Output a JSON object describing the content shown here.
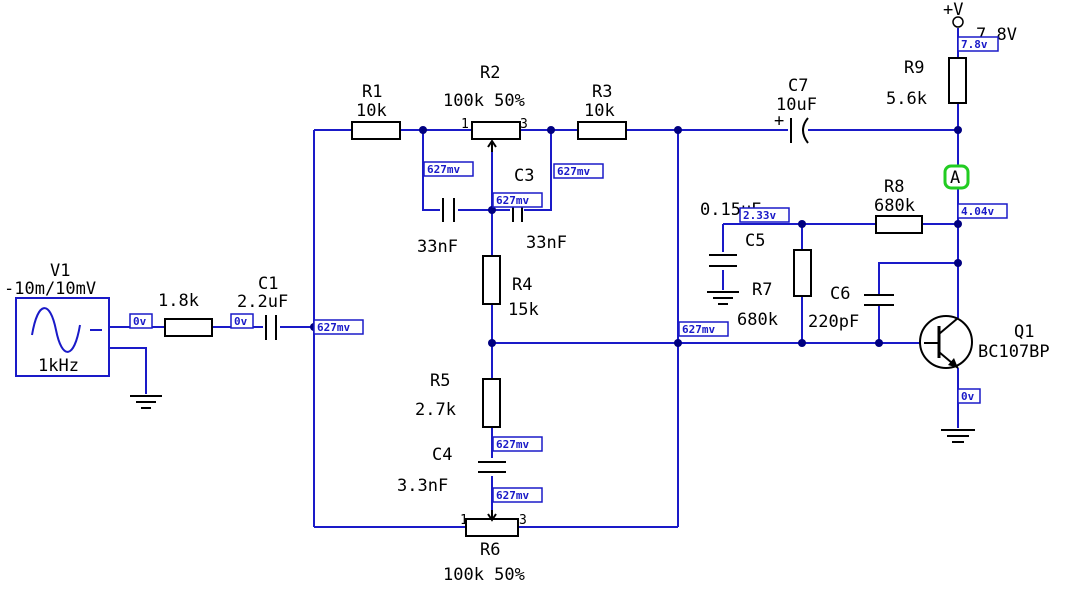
{
  "components": {
    "v1": {
      "name": "V1",
      "value": "-10m/10mV",
      "freq": "1kHz"
    },
    "rin": {
      "value": "1.8k"
    },
    "c1": {
      "name": "C1",
      "value": "2.2uF"
    },
    "r1": {
      "name": "R1",
      "value": "10k"
    },
    "r2": {
      "name": "R2",
      "value": "100k 50%",
      "pin1": "1",
      "pin3": "3"
    },
    "r3": {
      "name": "R3",
      "value": "10k"
    },
    "c2": {
      "value": "33nF"
    },
    "c3": {
      "name": "C3",
      "value": "33nF"
    },
    "r4": {
      "name": "R4",
      "value": "15k"
    },
    "r5": {
      "name": "R5",
      "value": "2.7k"
    },
    "c4": {
      "name": "C4",
      "value": "3.3nF"
    },
    "r6": {
      "name": "R6",
      "value": "100k 50%",
      "pin1": "1",
      "pin3": "3"
    },
    "c7": {
      "name": "C7",
      "value": "10uF",
      "plus": "+"
    },
    "r9": {
      "name": "R9",
      "value": "5.6k"
    },
    "vcc": {
      "name": "+V",
      "value": "7.8V"
    },
    "r8": {
      "name": "R8",
      "value": "680k"
    },
    "c5": {
      "name": "C5",
      "value": "0.15uF"
    },
    "r7": {
      "name": "R7",
      "value": "680k"
    },
    "c6": {
      "name": "C6",
      "value": "220pF"
    },
    "q1": {
      "name": "Q1",
      "part": "BC107BP"
    },
    "node_a": {
      "label": "A"
    }
  },
  "probes": {
    "v1_out": "0v",
    "c1_in": "0v",
    "c1_out": "627mv",
    "r2_left": "627mv",
    "r2_right": "627mv",
    "r2_wiper": "627mv",
    "base": "627mv",
    "r5_bottom": "627mv",
    "r6_wiper": "627mv",
    "vcc": "7.8v",
    "collector": "4.04v",
    "c5_node": "2.33v",
    "emitter": "0v"
  },
  "colors": {
    "wire": "#1a1ac8",
    "component": "#000000",
    "node_marker": "#22cc22"
  }
}
